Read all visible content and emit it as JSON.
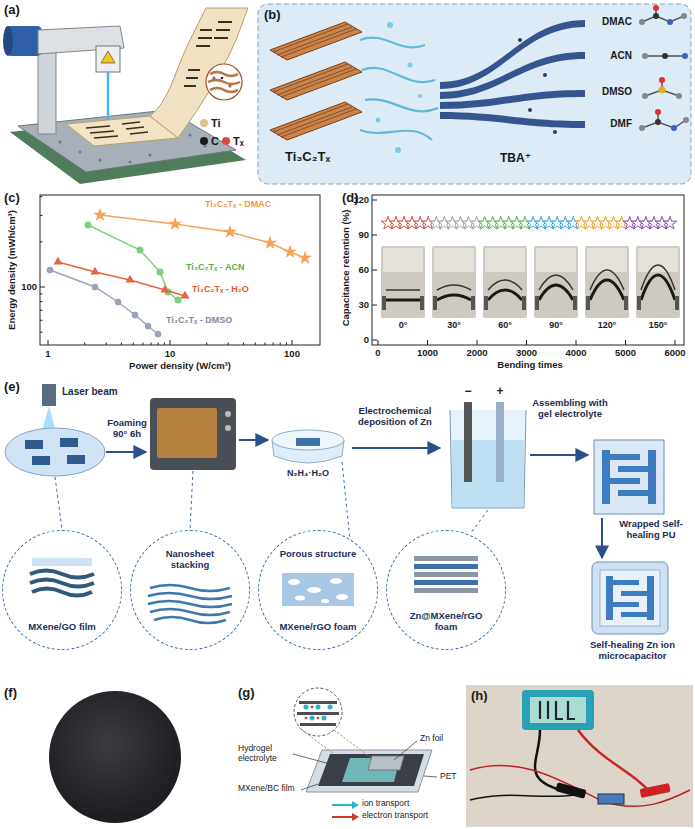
{
  "diagram": {
    "nodes": [
      {
        "text": [
          "MXene/GO film"
        ]
      },
      {
        "text": [
          "Nanosheet stacking"
        ]
      },
      {
        "text": [
          "Porous structure",
          "MXene/rGO foam"
        ]
      },
      {
        "text": [
          "Zn@MXene/rGO foam"
        ]
      }
    ],
    "labels": [
      "(a)",
      "(b)",
      "Ti₃C₂Tₓ",
      "TBA⁺",
      "DMAC",
      "ACN",
      "DMSO",
      "DMF",
      "(c)",
      "Energy density (mWh/cm³)",
      "100",
      "1",
      "10",
      "100",
      "Power density (W/cm³)",
      "Ti₃C₂Tₓ - DMAC",
      "Ti₃C₂Tₓ - ACN",
      "Ti₃C₂Tₓ - H₂O",
      "Ti₃C₂Tₓ - DMSO",
      "(d)",
      "Capacitance retention (%)",
      "120",
      "90",
      "60",
      "30",
      "0",
      "0",
      "1000",
      "2000",
      "3000",
      "4000",
      "5000",
      "6000",
      "Bending times",
      "0°",
      "30°",
      "60°",
      "90°",
      "120°",
      "150°",
      "(e)",
      "Laser beam",
      "Foaming 90° 6h",
      "N₂H₄·H₂O",
      "Electrochemical deposition of Zn",
      "−",
      "+",
      "Assembling with gel electrolyte",
      "Wrapped Self-healing PU",
      "Self-healing Zn ion microcapacitor",
      "(f)",
      "(g)",
      "Hydrogel electrolyte",
      "Zn foil",
      "PET",
      "MXene/BC film",
      "ion transport",
      "electron transport",
      "(h)"
    ],
    "legend": [
      {
        "text": "Ti",
        "color": "#e6c08a"
      },
      {
        "text": "C",
        "color": "#1a1a1a"
      },
      {
        "text": "Tₓ",
        "color": "#d94a3a"
      }
    ]
  }
}
